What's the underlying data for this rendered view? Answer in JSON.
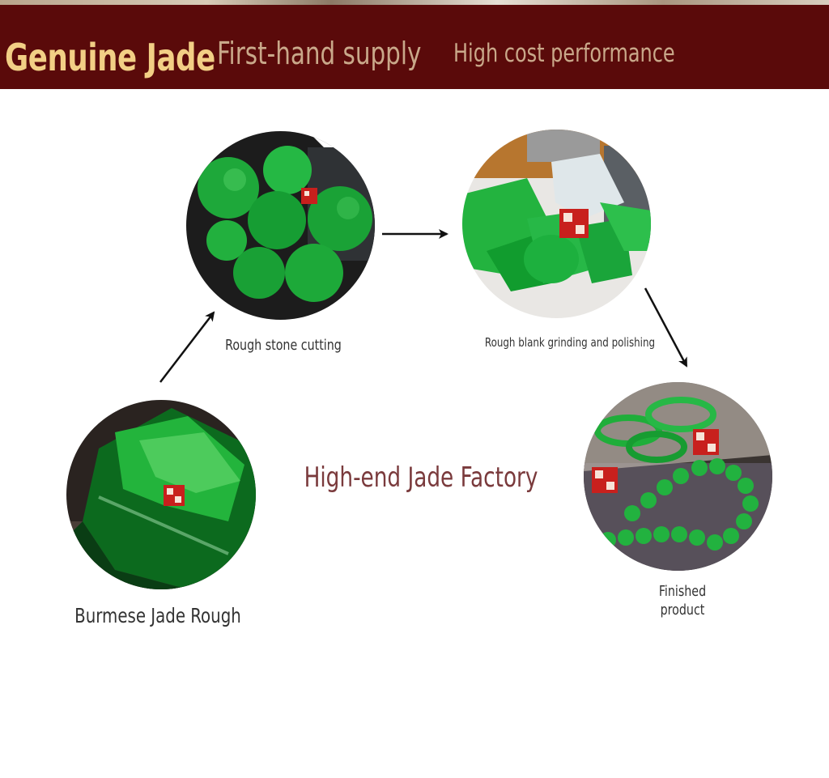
{
  "banner": {
    "title": "Genuine Jade",
    "slogan_1": "First-hand supply",
    "slogan_2": "High cost performance"
  },
  "process": {
    "center_title": "High-end Jade Factory",
    "steps": [
      {
        "label": "Burmese Jade Rough"
      },
      {
        "label": "Rough stone cutting"
      },
      {
        "label": "Rough blank grinding and polishing"
      },
      {
        "label_line_1": "Finished",
        "label_line_2": "product"
      }
    ]
  },
  "colors": {
    "banner_bg": "#5a0a0a",
    "title_gold": "#f2cf85",
    "slogan_tan": "#c9a88a",
    "center_title": "#7a3a3c",
    "jade_green": "#1fae3a"
  },
  "icons": [
    "arrow-icon",
    "seal-stamp-icon"
  ]
}
